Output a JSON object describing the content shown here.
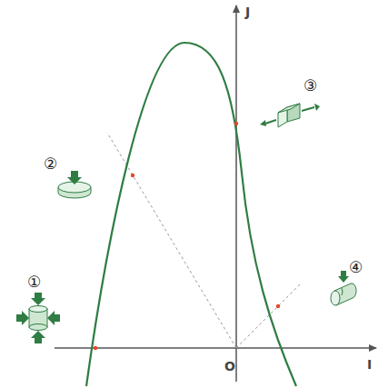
{
  "diagram": {
    "labels": [
      "J",
      "I",
      "O",
      "①",
      "②",
      "③",
      "④"
    ]
  }
}
